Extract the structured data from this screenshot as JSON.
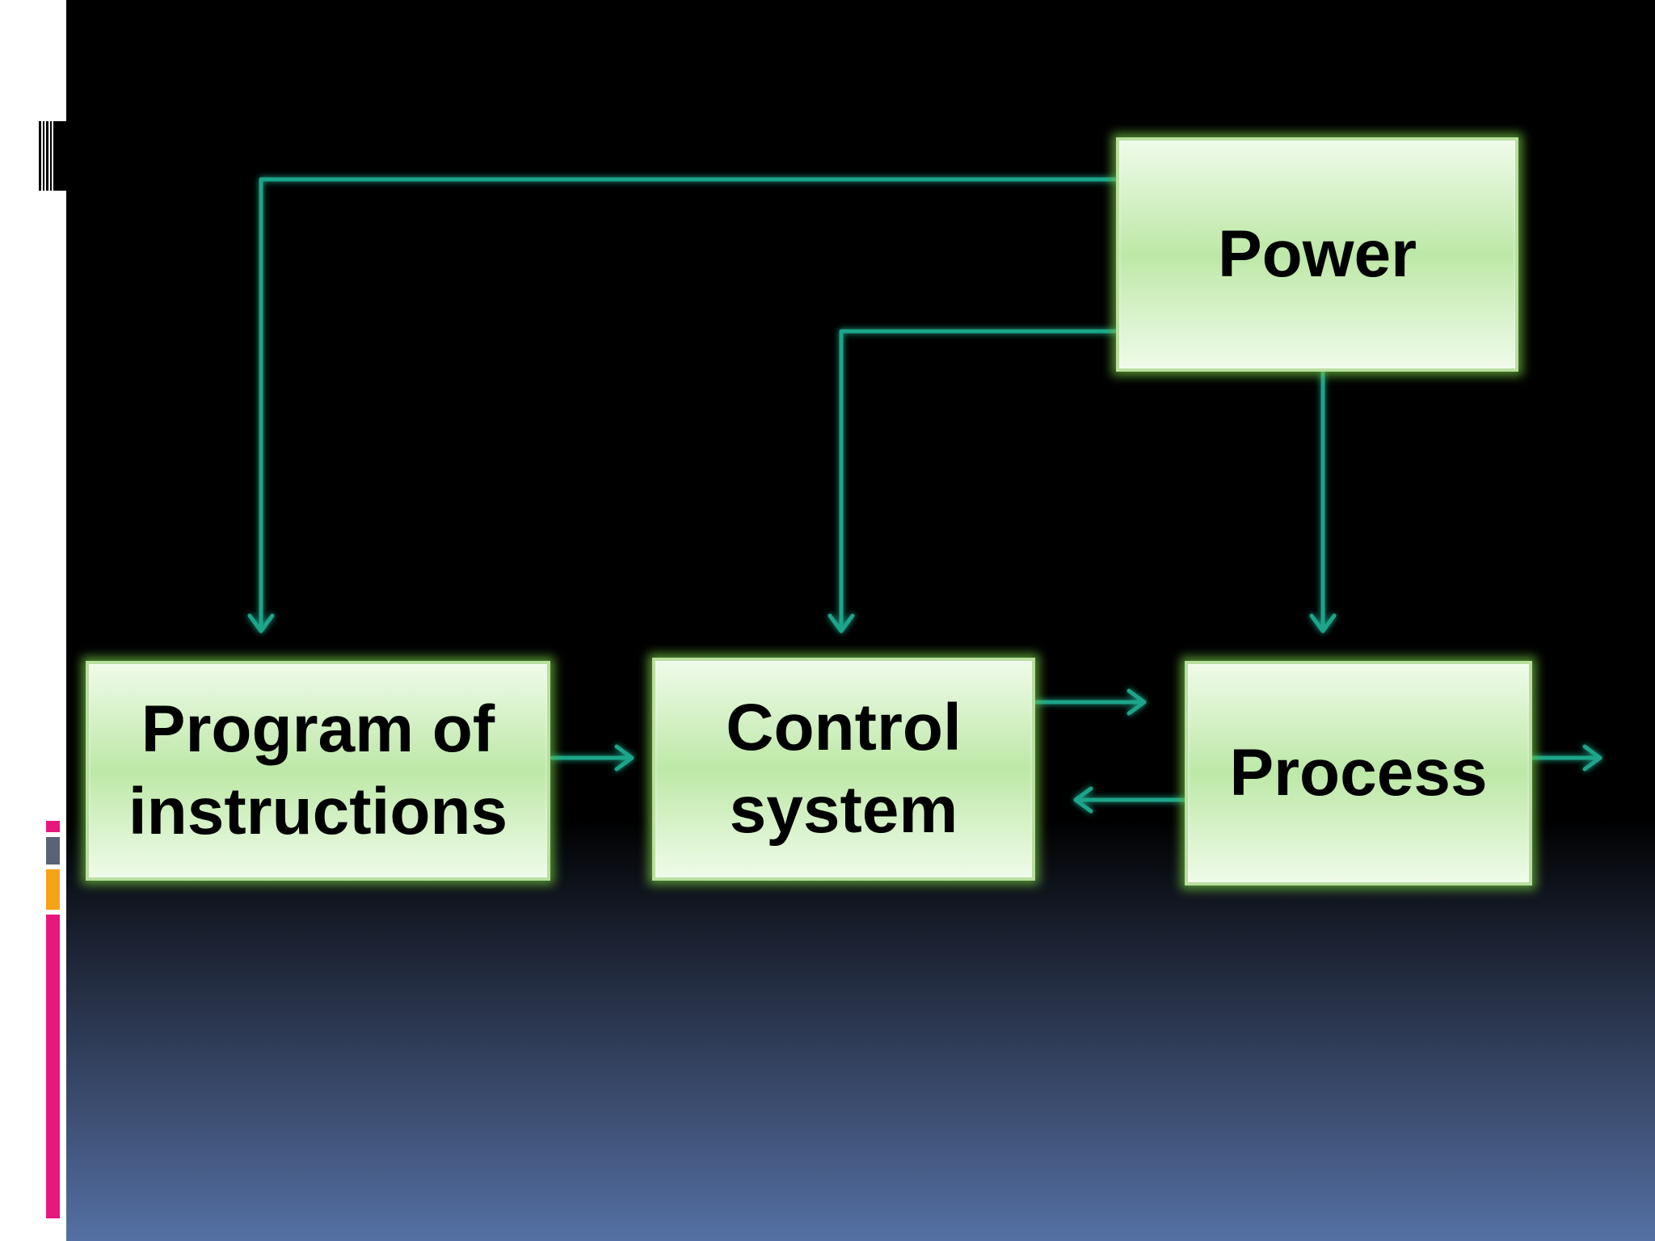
{
  "diagram": {
    "nodes": {
      "power": "Power",
      "program": "Program of\ninstructions",
      "control": "Control\nsystem",
      "process": "Process"
    },
    "edges": [
      {
        "from": "power",
        "to": "program"
      },
      {
        "from": "power",
        "to": "control"
      },
      {
        "from": "power",
        "to": "process"
      },
      {
        "from": "program",
        "to": "control"
      },
      {
        "from": "control",
        "to": "process"
      },
      {
        "from": "process",
        "to": "control"
      },
      {
        "from": "process",
        "to": "output"
      }
    ]
  },
  "colors": {
    "connector": "#1aa58a",
    "box_fill": "#bde8a7",
    "box_glow": "#6cbe40",
    "accent_magenta": "#e8177c",
    "accent_orange": "#f6a317",
    "accent_slate": "#5a6275"
  }
}
